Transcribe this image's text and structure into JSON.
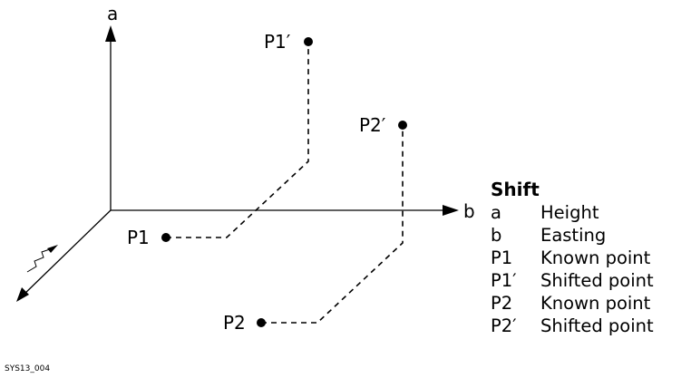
{
  "axes": {
    "vertical_label": "a",
    "horizontal_label": "b"
  },
  "points": [
    {
      "id": "p1",
      "label": "P1"
    },
    {
      "id": "p1s",
      "label": "P1′"
    },
    {
      "id": "p2",
      "label": "P2"
    },
    {
      "id": "p2s",
      "label": "P2′"
    }
  ],
  "legend": {
    "title": "Shift",
    "items": [
      {
        "key": "a",
        "desc": "Height"
      },
      {
        "key": "b",
        "desc": "Easting"
      },
      {
        "key": "P1",
        "desc": "Known point"
      },
      {
        "key": "P1′",
        "desc": "Shifted point"
      },
      {
        "key": "P2",
        "desc": "Known point"
      },
      {
        "key": "P2′",
        "desc": "Shifted point"
      }
    ]
  },
  "figure_id": "SYS13_004"
}
